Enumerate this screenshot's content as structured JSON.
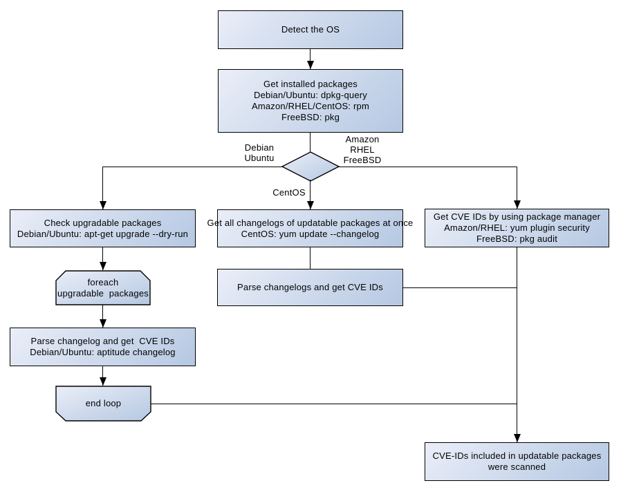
{
  "diagram": {
    "type": "flowchart",
    "background": "#ffffff"
  },
  "styles": {
    "node_fill_light": "#eaeef8",
    "node_fill_dark": "#b5c8e2",
    "node_border": "#000000",
    "edge_color": "#000000",
    "text_color": "#000000"
  },
  "nodes": {
    "detect_os": {
      "shape": "rect",
      "lines": [
        "Detect the OS"
      ]
    },
    "get_installed_packages": {
      "shape": "rect",
      "lines": [
        "Get installed packages",
        "Debian/Ubuntu: dpkg-query",
        "Amazon/RHEL/CentOS: rpm",
        "FreeBSD: pkg"
      ]
    },
    "os_decision": {
      "shape": "diamond"
    },
    "check_upgradable_packages": {
      "shape": "rect",
      "lines": [
        "Check upgradable packages",
        "Debian/Ubuntu: apt-get upgrade --dry-run"
      ]
    },
    "foreach_loop": {
      "shape": "loop-start",
      "lines": [
        "foreach",
        "upgradable  packages"
      ]
    },
    "parse_changelog_debian": {
      "shape": "rect",
      "lines": [
        "Parse changelog and get  CVE IDs",
        "Debian/Ubuntu: aptitude changelog"
      ]
    },
    "end_loop": {
      "shape": "loop-end",
      "lines": [
        "end loop"
      ]
    },
    "get_all_changelogs": {
      "shape": "rect",
      "lines": [
        "Get all changelogs of updatable packages at once",
        "CentOS: yum update --changelog"
      ]
    },
    "parse_changelogs": {
      "shape": "rect",
      "lines": [
        "Parse changelogs and get CVE IDs"
      ]
    },
    "get_cve_ids": {
      "shape": "rect",
      "lines": [
        "Get CVE IDs by using package manager",
        "Amazon/RHEL: yum plugin security",
        "FreeBSD: pkg audit"
      ]
    },
    "scan_result": {
      "shape": "rect",
      "lines": [
        "CVE-IDs included in updatable packages",
        "were scanned"
      ]
    }
  },
  "edge_labels": {
    "debian_ubuntu": {
      "lines": [
        "Debian",
        "Ubuntu"
      ]
    },
    "amazon_rhel_freebsd": {
      "lines": [
        "Amazon",
        "RHEL",
        "FreeBSD"
      ]
    },
    "centos": {
      "lines": [
        "CentOS"
      ]
    }
  }
}
